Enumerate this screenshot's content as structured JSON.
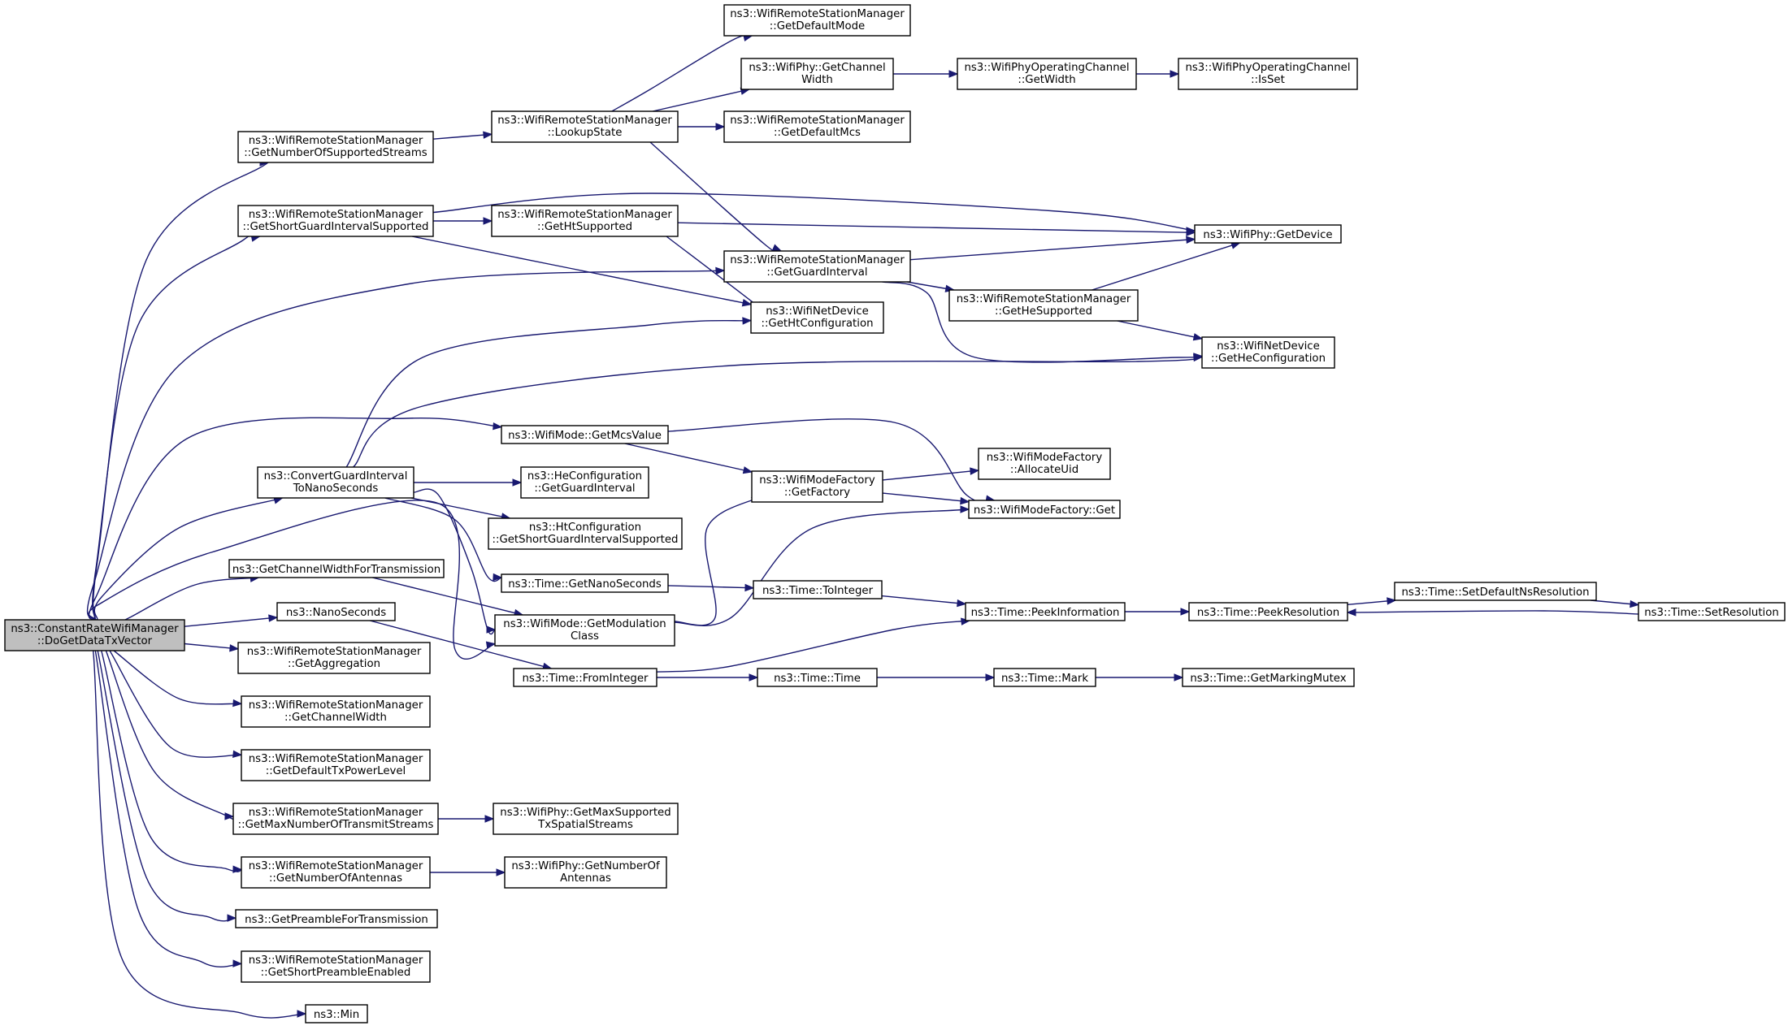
{
  "diagram": {
    "colors": {
      "edge": "#191970",
      "node_border": "#000000",
      "root_fill": "#bfbfbf",
      "node_fill": "#ffffff"
    },
    "nodes": [
      {
        "id": "root",
        "lines": [
          "ns3::ConstantRateWifiManager",
          "::DoGetDataTxVector"
        ]
      },
      {
        "id": "gnss",
        "lines": [
          "ns3::WifiRemoteStationManager",
          "::GetNumberOfSupportedStreams"
        ]
      },
      {
        "id": "gsgis",
        "lines": [
          "ns3::WifiRemoteStationManager",
          "::GetShortGuardIntervalSupported"
        ]
      },
      {
        "id": "cgi",
        "lines": [
          "ns3::ConvertGuardInterval",
          "ToNanoSeconds"
        ]
      },
      {
        "id": "gcwt",
        "lines": [
          "ns3::GetChannelWidthForTransmission"
        ]
      },
      {
        "id": "ns",
        "lines": [
          "ns3::NanoSeconds"
        ]
      },
      {
        "id": "gagg",
        "lines": [
          "ns3::WifiRemoteStationManager",
          "::GetAggregation"
        ]
      },
      {
        "id": "gcw",
        "lines": [
          "ns3::WifiRemoteStationManager",
          "::GetChannelWidth"
        ]
      },
      {
        "id": "gdtpl",
        "lines": [
          "ns3::WifiRemoteStationManager",
          "::GetDefaultTxPowerLevel"
        ]
      },
      {
        "id": "gmnts",
        "lines": [
          "ns3::WifiRemoteStationManager",
          "::GetMaxNumberOfTransmitStreams"
        ]
      },
      {
        "id": "gnoa",
        "lines": [
          "ns3::WifiRemoteStationManager",
          "::GetNumberOfAntennas"
        ]
      },
      {
        "id": "gpft",
        "lines": [
          "ns3::GetPreambleForTransmission"
        ]
      },
      {
        "id": "gspe",
        "lines": [
          "ns3::WifiRemoteStationManager",
          "::GetShortPreambleEnabled"
        ]
      },
      {
        "id": "min",
        "lines": [
          "ns3::Min"
        ]
      },
      {
        "id": "lookup",
        "lines": [
          "ns3::WifiRemoteStationManager",
          "::LookupState"
        ]
      },
      {
        "id": "ghts",
        "lines": [
          "ns3::WifiRemoteStationManager",
          "::GetHtSupported"
        ]
      },
      {
        "id": "mcsval",
        "lines": [
          "ns3::WifiMode::GetMcsValue"
        ]
      },
      {
        "id": "hecgi",
        "lines": [
          "ns3::HeConfiguration",
          "::GetGuardInterval"
        ]
      },
      {
        "id": "htcsgis",
        "lines": [
          "ns3::HtConfiguration",
          "::GetShortGuardIntervalSupported"
        ]
      },
      {
        "id": "tgns",
        "lines": [
          "ns3::Time::GetNanoSeconds"
        ]
      },
      {
        "id": "modclass",
        "lines": [
          "ns3::WifiMode::GetModulation",
          "Class"
        ]
      },
      {
        "id": "fromint",
        "lines": [
          "ns3::Time::FromInteger"
        ]
      },
      {
        "id": "maxsts",
        "lines": [
          "ns3::WifiPhy::GetMaxSupported",
          "TxSpatialStreams"
        ]
      },
      {
        "id": "phynoa",
        "lines": [
          "ns3::WifiPhy::GetNumberOf",
          "Antennas"
        ]
      },
      {
        "id": "gdmode",
        "lines": [
          "ns3::WifiRemoteStationManager",
          "::GetDefaultMode"
        ]
      },
      {
        "id": "phycw",
        "lines": [
          "ns3::WifiPhy::GetChannel",
          "Width"
        ]
      },
      {
        "id": "gdmcs",
        "lines": [
          "ns3::WifiRemoteStationManager",
          "::GetDefaultMcs"
        ]
      },
      {
        "id": "ggi",
        "lines": [
          "ns3::WifiRemoteStationManager",
          "::GetGuardInterval"
        ]
      },
      {
        "id": "nethtc",
        "lines": [
          "ns3::WifiNetDevice",
          "::GetHtConfiguration"
        ]
      },
      {
        "id": "factory",
        "lines": [
          "ns3::WifiModeFactory",
          "::GetFactory"
        ]
      },
      {
        "id": "toint",
        "lines": [
          "ns3::Time::ToInteger"
        ]
      },
      {
        "id": "ttime",
        "lines": [
          "ns3::Time::Time"
        ]
      },
      {
        "id": "opcw",
        "lines": [
          "ns3::WifiPhyOperatingChannel",
          "::GetWidth"
        ]
      },
      {
        "id": "ghes",
        "lines": [
          "ns3::WifiRemoteStationManager",
          "::GetHeSupported"
        ]
      },
      {
        "id": "alloc",
        "lines": [
          "ns3::WifiModeFactory",
          "::AllocateUid"
        ]
      },
      {
        "id": "fget",
        "lines": [
          "ns3::WifiModeFactory::Get"
        ]
      },
      {
        "id": "peekinfo",
        "lines": [
          "ns3::Time::PeekInformation"
        ]
      },
      {
        "id": "mark",
        "lines": [
          "ns3::Time::Mark"
        ]
      },
      {
        "id": "opset",
        "lines": [
          "ns3::WifiPhyOperatingChannel",
          "::IsSet"
        ]
      },
      {
        "id": "getdev",
        "lines": [
          "ns3::WifiPhy::GetDevice"
        ]
      },
      {
        "id": "nethec",
        "lines": [
          "ns3::WifiNetDevice",
          "::GetHeConfiguration"
        ]
      },
      {
        "id": "peekres",
        "lines": [
          "ns3::Time::PeekResolution"
        ]
      },
      {
        "id": "mutex",
        "lines": [
          "ns3::Time::GetMarkingMutex"
        ]
      },
      {
        "id": "setdef",
        "lines": [
          "ns3::Time::SetDefaultNsResolution"
        ]
      },
      {
        "id": "setres",
        "lines": [
          "ns3::Time::SetResolution"
        ]
      }
    ],
    "edges": [
      [
        "root",
        "gnss"
      ],
      [
        "root",
        "gsgis"
      ],
      [
        "root",
        "cgi"
      ],
      [
        "root",
        "gcwt"
      ],
      [
        "root",
        "ns"
      ],
      [
        "root",
        "gagg"
      ],
      [
        "root",
        "gcw"
      ],
      [
        "root",
        "gdtpl"
      ],
      [
        "root",
        "gmnts"
      ],
      [
        "root",
        "gnoa"
      ],
      [
        "root",
        "gpft"
      ],
      [
        "root",
        "gspe"
      ],
      [
        "root",
        "min"
      ],
      [
        "root",
        "ggi"
      ],
      [
        "root",
        "mcsval"
      ],
      [
        "root",
        "modclass"
      ],
      [
        "gnss",
        "lookup"
      ],
      [
        "gsgis",
        "ghts"
      ],
      [
        "gsgis",
        "getdev"
      ],
      [
        "gsgis",
        "nethtc"
      ],
      [
        "cgi",
        "hecgi"
      ],
      [
        "cgi",
        "htcsgis"
      ],
      [
        "cgi",
        "tgns"
      ],
      [
        "cgi",
        "modclass"
      ],
      [
        "cgi",
        "nethtc"
      ],
      [
        "cgi",
        "nethec"
      ],
      [
        "gcwt",
        "modclass"
      ],
      [
        "ns",
        "fromint"
      ],
      [
        "gmnts",
        "maxsts"
      ],
      [
        "gnoa",
        "phynoa"
      ],
      [
        "lookup",
        "gdmode"
      ],
      [
        "lookup",
        "phycw"
      ],
      [
        "lookup",
        "gdmcs"
      ],
      [
        "lookup",
        "ggi"
      ],
      [
        "ghts",
        "getdev"
      ],
      [
        "ghts",
        "nethtc"
      ],
      [
        "mcsval",
        "factory"
      ],
      [
        "mcsval",
        "fget"
      ],
      [
        "tgns",
        "toint"
      ],
      [
        "modclass",
        "factory"
      ],
      [
        "modclass",
        "fget"
      ],
      [
        "fromint",
        "peekinfo"
      ],
      [
        "fromint",
        "ttime"
      ],
      [
        "phycw",
        "opcw"
      ],
      [
        "ggi",
        "getdev"
      ],
      [
        "ggi",
        "ghes"
      ],
      [
        "ggi",
        "nethec"
      ],
      [
        "factory",
        "alloc"
      ],
      [
        "factory",
        "fget"
      ],
      [
        "toint",
        "peekinfo"
      ],
      [
        "ttime",
        "mark"
      ],
      [
        "opcw",
        "opset"
      ],
      [
        "ghes",
        "getdev"
      ],
      [
        "ghes",
        "nethec"
      ],
      [
        "peekinfo",
        "peekres"
      ],
      [
        "mark",
        "mutex"
      ],
      [
        "peekres",
        "setdef"
      ],
      [
        "setdef",
        "setres"
      ],
      [
        "setres",
        "peekres"
      ]
    ]
  }
}
